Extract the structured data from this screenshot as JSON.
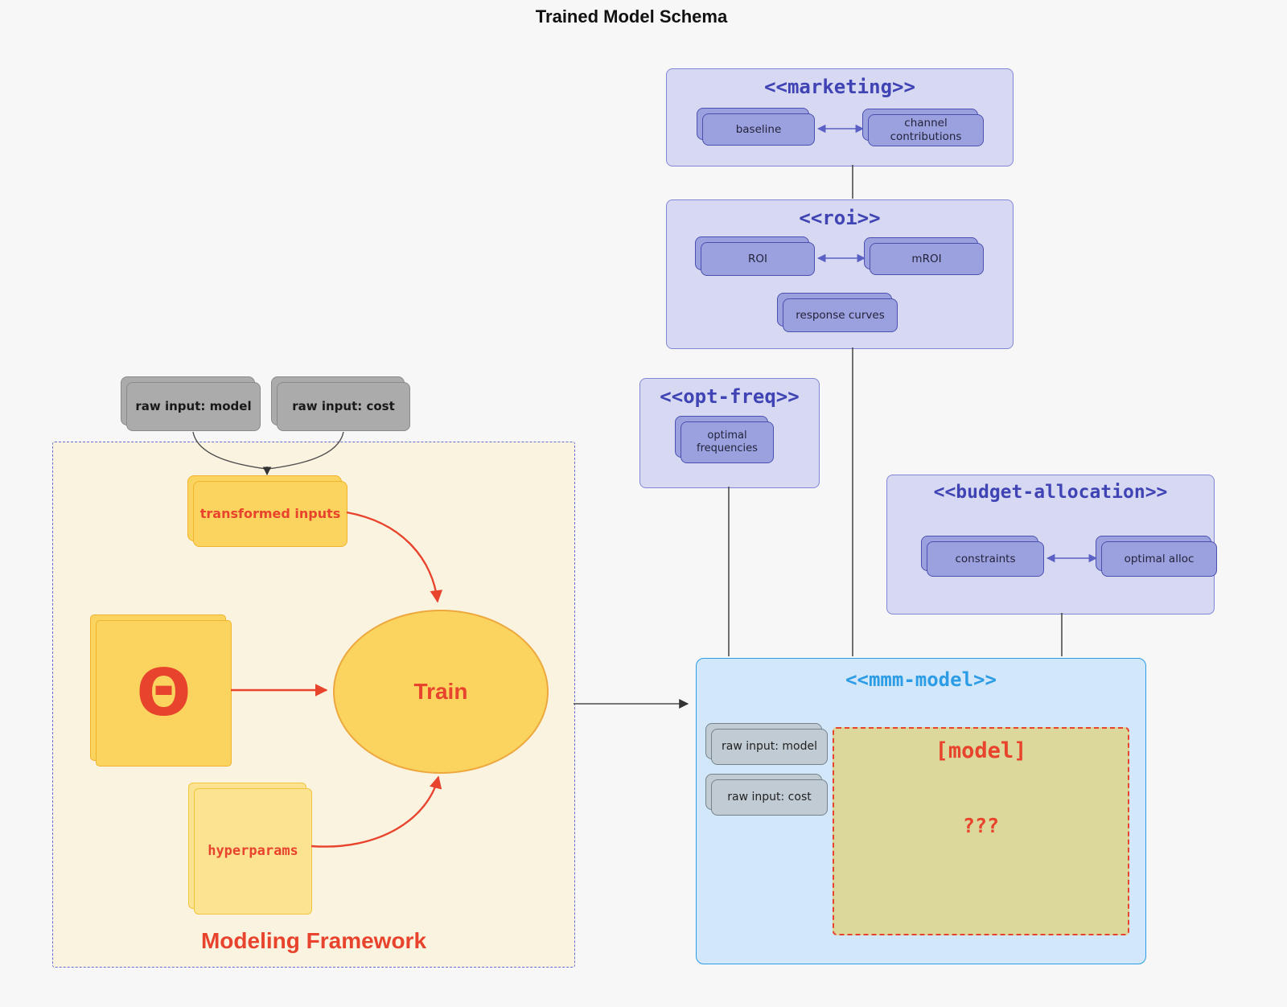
{
  "title": "Trained Model Schema",
  "colors": {
    "accent_red": "#e8432c",
    "purple_node_fill": "#9ba1de",
    "purple_node_stroke": "#4b50b0",
    "lavender_container": "#d6d9f1",
    "container_title": "#3f43b4",
    "blue_container": "#d2e7f9",
    "blue_title": "#2b9ce5",
    "cream_container": "#faf3e0",
    "yellow_node": "#fad45e",
    "khaki_model_box": "#dcd79b",
    "gray_node": "#ababab"
  },
  "external_inputs": {
    "raw_model": "raw input: model",
    "raw_cost": "raw input: cost"
  },
  "subgraphs": {
    "marketing": {
      "title": "<<marketing>>",
      "nodes": {
        "baseline": "baseline",
        "channel": "channel contributions"
      }
    },
    "roi": {
      "title": "<<roi>>",
      "nodes": {
        "roi": "ROI",
        "mroi": "mROI",
        "response": "response curves"
      }
    },
    "opt_freq": {
      "title": "<<opt-freq>>",
      "nodes": {
        "optimal_frequencies": "optimal frequencies"
      }
    },
    "budget": {
      "title": "<<budget-allocation>>",
      "nodes": {
        "constraints": "constraints",
        "optimal_alloc": "optimal alloc"
      }
    },
    "mmm": {
      "title": "<<mmm-model>>",
      "nodes": {
        "raw_model": "raw input: model",
        "raw_cost": "raw input: cost",
        "model": "[model]",
        "unknown": "???"
      }
    },
    "framework": {
      "label": "Modeling Framework",
      "nodes": {
        "transformed": "transformed inputs",
        "theta": "Θ",
        "train": "Train",
        "hyperparams": "hyperparams"
      }
    }
  }
}
